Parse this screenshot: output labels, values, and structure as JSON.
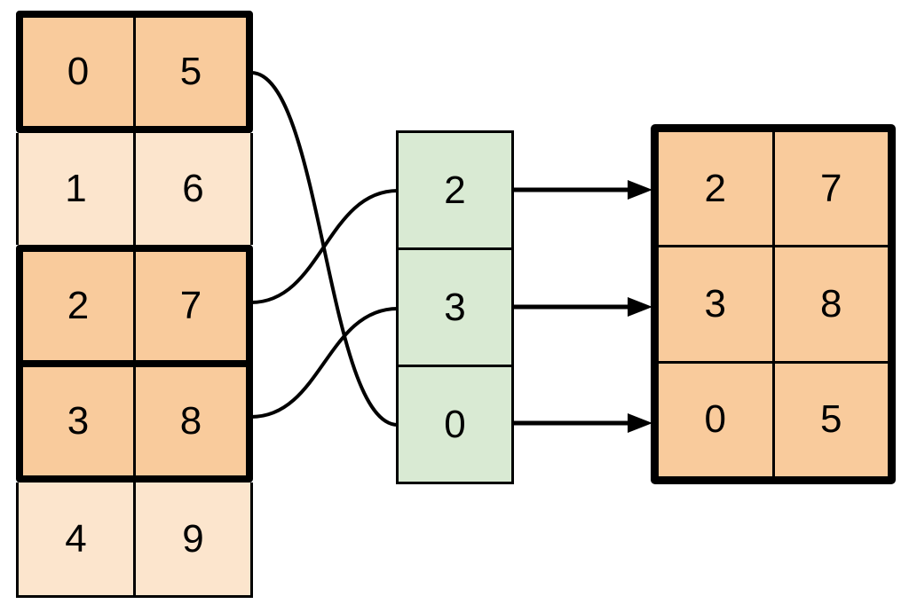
{
  "source_table": {
    "rows": [
      {
        "cells": [
          "0",
          "5"
        ],
        "highlighted": true
      },
      {
        "cells": [
          "1",
          "6"
        ],
        "highlighted": false
      },
      {
        "cells": [
          "2",
          "7"
        ],
        "highlighted": true
      },
      {
        "cells": [
          "3",
          "8"
        ],
        "highlighted": true
      },
      {
        "cells": [
          "4",
          "9"
        ],
        "highlighted": false
      }
    ]
  },
  "index_column": {
    "cells": [
      "2",
      "3",
      "0"
    ]
  },
  "result_table": {
    "rows": [
      {
        "cells": [
          "2",
          "7"
        ]
      },
      {
        "cells": [
          "3",
          "8"
        ]
      },
      {
        "cells": [
          "0",
          "5"
        ]
      }
    ]
  },
  "connections": {
    "source_to_index": [
      {
        "source_row": 0,
        "index_position": 2
      },
      {
        "source_row": 2,
        "index_position": 0
      },
      {
        "source_row": 3,
        "index_position": 1
      }
    ],
    "index_to_result": [
      {
        "index_position": 0,
        "result_row": 0
      },
      {
        "index_position": 1,
        "result_row": 1
      },
      {
        "index_position": 2,
        "result_row": 2
      }
    ]
  },
  "colors": {
    "highlight_orange": "#F9CB9C",
    "light_orange": "#FCE5CD",
    "index_green": "#D9EAD3",
    "stroke_black": "#000000",
    "background": "#FFFFFF"
  }
}
